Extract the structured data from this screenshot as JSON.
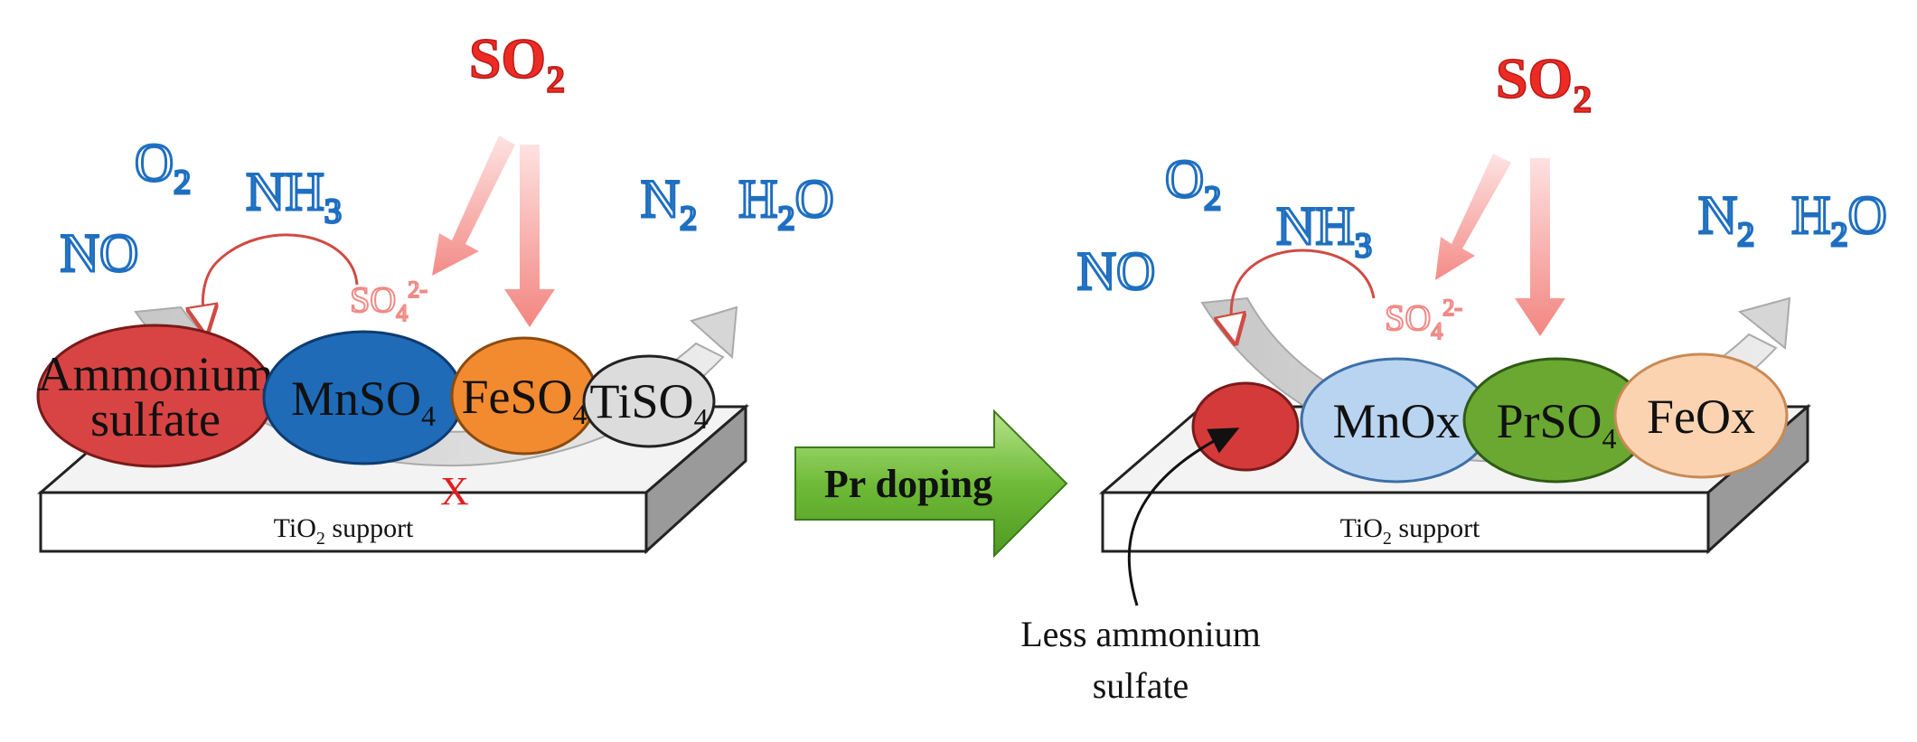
{
  "left": {
    "gases": {
      "no": "NO",
      "o2": {
        "base": "O",
        "sub": "2"
      },
      "nh3": {
        "base": "NH",
        "sub": "3"
      },
      "so2": {
        "base": "SO",
        "sub": "2"
      },
      "n2": {
        "base": "N",
        "sub": "2"
      },
      "h2o": {
        "pre": "H",
        "sub": "2",
        "post": "O"
      },
      "so4": {
        "base": "SO",
        "sub": "4",
        "sup": "2-"
      }
    },
    "particles": {
      "ammonium_line1": "Ammonium",
      "ammonium_line2": "sulfate",
      "mnso4": {
        "base": "MnSO",
        "sub": "4"
      },
      "feso4": {
        "base": "FeSO",
        "sub": "4"
      },
      "tiso4": {
        "base": "TiSO",
        "sub": "4"
      }
    },
    "support": {
      "pre": "TiO",
      "sub": "2",
      "post": " support"
    },
    "blocked_mark": "X"
  },
  "arrow": {
    "label": "Pr doping"
  },
  "right": {
    "gases": {
      "no": "NO",
      "o2": {
        "base": "O",
        "sub": "2"
      },
      "nh3": {
        "base": "NH",
        "sub": "3"
      },
      "so2": {
        "base": "SO",
        "sub": "2"
      },
      "n2": {
        "base": "N",
        "sub": "2"
      },
      "h2o": {
        "pre": "H",
        "sub": "2",
        "post": "O"
      },
      "so4": {
        "base": "SO",
        "sub": "4",
        "sup": "2-"
      }
    },
    "particles": {
      "mnox": "MnOx",
      "prso4": {
        "base": "PrSO",
        "sub": "4"
      },
      "feox": "FeOx"
    },
    "support": {
      "pre": "TiO",
      "sub": "2",
      "post": " support"
    },
    "note_line1": "Less ammonium",
    "note_line2": "sulfate"
  },
  "colors": {
    "ammonium": "#d84444",
    "mnso4": "#1f6bb8",
    "feso4": "#f28a30",
    "tiso4": "#dcdcdc",
    "mnox": "#b9d4f1",
    "prso4": "#6aa832",
    "feox": "#fbd3b0",
    "red_particle": "#d43a3a",
    "arrow_green": "#78c040",
    "gas_blue": "#1f6fc0",
    "so2_red": "#ee2a24"
  }
}
